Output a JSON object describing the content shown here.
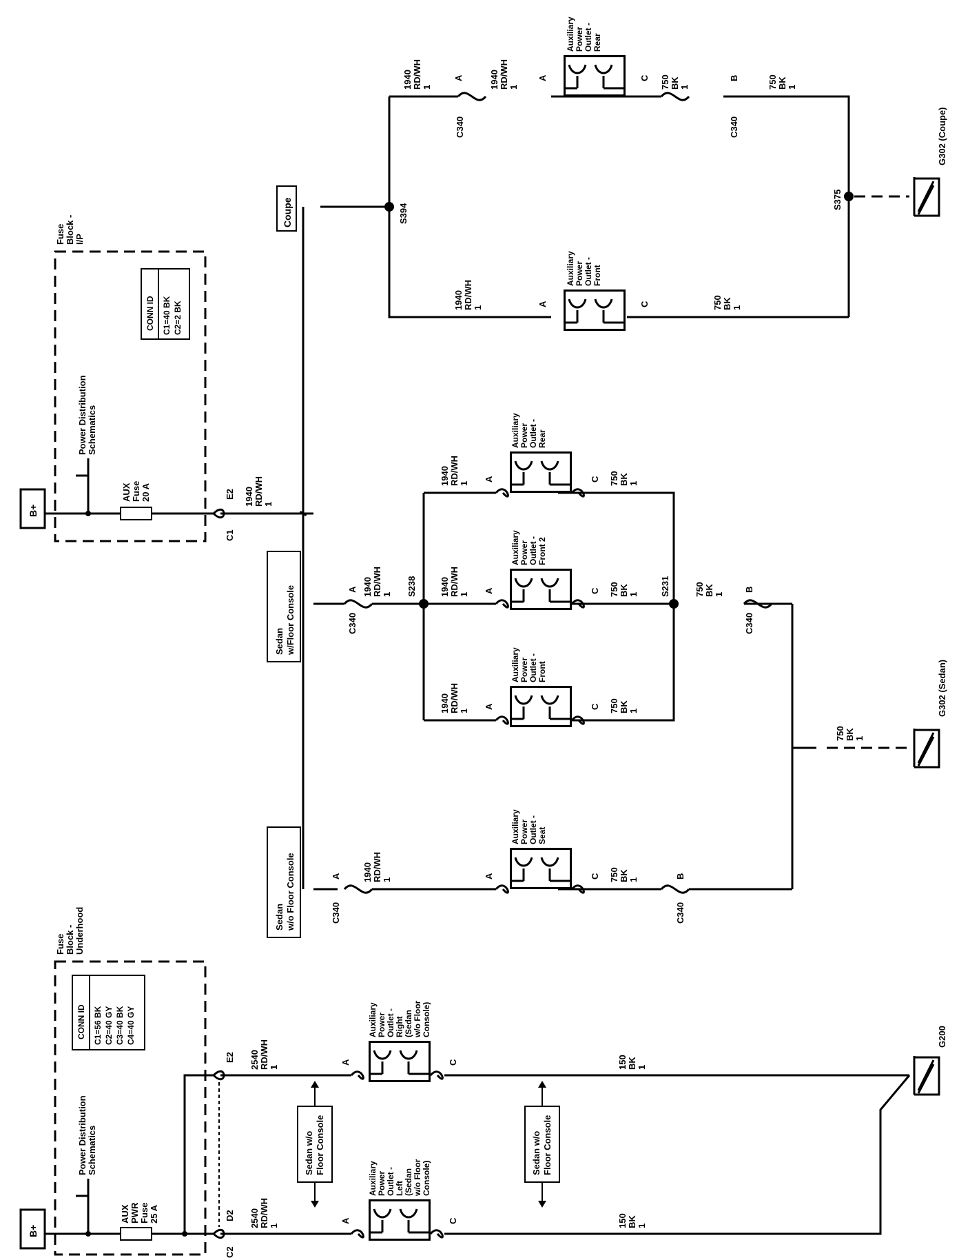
{
  "b_plus": "B+",
  "coupe": {
    "label": "Coupe",
    "splice_pwr": "S394",
    "splice_gnd": "S375",
    "ground": "G302 (Coupe)",
    "rear_outlet": {
      "line1": "Auxiliary",
      "line2": "Power",
      "line3": "Outlet -",
      "line4": "Rear"
    },
    "front_outlet": {
      "line1": "Auxiliary",
      "line2": "Power",
      "line3": "Outlet -",
      "line4": "Front"
    }
  },
  "fuse_block_ip": {
    "title1": "Fuse",
    "title2": "Block -",
    "title3": "I/P",
    "pds1": "Power Distribution",
    "pds2": "Schematics",
    "fuse1": "AUX",
    "fuse2": "Fuse",
    "fuse3": "20 A",
    "conn_title": "CONN ID",
    "conn1": "C1=40 BK",
    "conn2": "C2=2 BK",
    "c1": "C1",
    "e2": "E2"
  },
  "fuse_block_uh": {
    "title1": "Fuse",
    "title2": "Block -",
    "title3": "Underhood",
    "pds1": "Power Distribution",
    "pds2": "Schematics",
    "fuse1": "AUX",
    "fuse2": "PWR",
    "fuse3": "Fuse",
    "fuse4": "25 A",
    "conn_title": "CONN ID",
    "conn1": "C1=56 BK",
    "conn2": "C2=40 GY",
    "conn3": "C3=40 BK",
    "conn4": "C4=40 GY",
    "c2": "C2",
    "d2": "D2",
    "e2": "E2"
  },
  "wire": {
    "pwr_circ": "1940",
    "pwr_col": "RD/WH",
    "pwr_size": "1",
    "gnd_circ": "750",
    "gnd_col": "BK",
    "gnd_size": "1",
    "uh_pwr_circ": "2540",
    "uh_gnd_circ": "150"
  },
  "pins": {
    "a": "A",
    "b": "B",
    "c": "C",
    "c340": "C340"
  },
  "sedan_floor": {
    "label1": "Sedan",
    "label2": "w/Floor Console",
    "splice_pwr": "S238",
    "splice_gnd": "S231",
    "rear": {
      "line1": "Auxiliary",
      "line2": "Power",
      "line3": "Outlet -",
      "line4": "Rear"
    },
    "front2": {
      "line1": "Auxiliary",
      "line2": "Power",
      "line3": "Outlet -",
      "line4": "Front 2"
    },
    "front": {
      "line1": "Auxiliary",
      "line2": "Power",
      "line3": "Outlet -",
      "line4": "Front"
    },
    "ground": "G302 (Sedan)"
  },
  "sedan_nofloor": {
    "label1": "Sedan",
    "label2": "w/o Floor Console",
    "seat": {
      "line1": "Auxiliary",
      "line2": "Power",
      "line3": "Outlet -",
      "line4": "Seat"
    }
  },
  "underhood": {
    "right": {
      "line1": "Auxiliary",
      "line2": "Power",
      "line3": "Outlet -",
      "line4": "Right",
      "line5": "(Sedan",
      "line6": "w/o Floor",
      "line7": "Console)"
    },
    "left": {
      "line1": "Auxiliary",
      "line2": "Power",
      "line3": "Outlet -",
      "line4": "Left",
      "line5": "(Sedan",
      "line6": "w/o Floor",
      "line7": "Console)"
    },
    "option1": "Sedan w/o",
    "option2": "Floor Console",
    "ground": "G200"
  }
}
